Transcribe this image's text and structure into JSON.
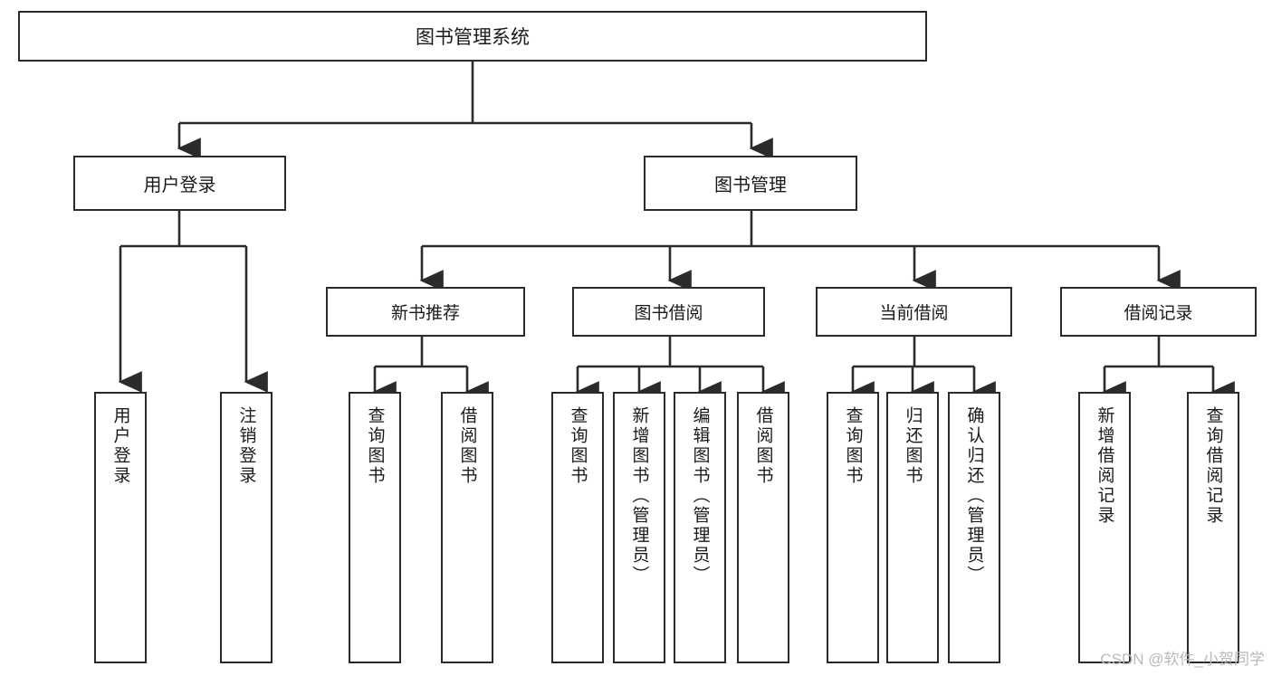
{
  "diagram": {
    "title": "图书管理系统",
    "type": "tree-hierarchy-functional-structure",
    "watermark": "CSDN @软件_小贺同学",
    "colors": {
      "box_border": "#2b2b2b",
      "box_fill": "#ffffff",
      "connector": "#2b2b2b",
      "text": "#1a1a1a",
      "watermark": "#b9b9b9"
    },
    "root": {
      "label": "图书管理系统"
    },
    "level2": [
      {
        "label": "用户登录"
      },
      {
        "label": "图书管理"
      }
    ],
    "level3": [
      {
        "label": "新书推荐"
      },
      {
        "label": "图书借阅"
      },
      {
        "label": "当前借阅"
      },
      {
        "label": "借阅记录"
      }
    ],
    "leaves": {
      "user_login": [
        {
          "label": "用户登录"
        },
        {
          "label": "注销登录"
        }
      ],
      "new_book_recommend": [
        {
          "label": "查询图书"
        },
        {
          "label": "借阅图书"
        }
      ],
      "book_borrow": [
        {
          "label": "查询图书"
        },
        {
          "label": "新增图书（管理员）"
        },
        {
          "label": "编辑图书（管理员）"
        },
        {
          "label": "借阅图书"
        }
      ],
      "current_borrow": [
        {
          "label": "查询图书"
        },
        {
          "label": "归还图书"
        },
        {
          "label": "确认归还（管理员）"
        }
      ],
      "borrow_records": [
        {
          "label": "新增借阅记录"
        },
        {
          "label": "查询借阅记录"
        }
      ]
    }
  }
}
